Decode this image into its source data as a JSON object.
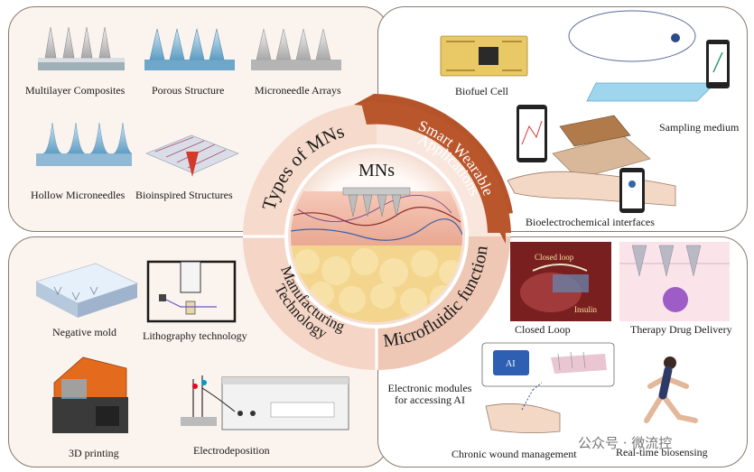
{
  "center": {
    "title": "MNs",
    "ring_sections": {
      "types": "Types of MNs",
      "smart_line1": "Smart Wearable",
      "smart_line2": "Applications",
      "microfluidic": "Microfluidic function",
      "manufacturing_line1": "Manufacturing",
      "manufacturing_line2": "Technology"
    }
  },
  "types_panel": {
    "multilayer": "Multilayer Composites",
    "porous": "Porous Structure",
    "arrays": "Microneedle Arrays",
    "hollow": "Hollow Microneedles",
    "bioinspired": "Bioinspired Structures"
  },
  "smart_panel": {
    "biofuel": "Biofuel Cell",
    "sampling": "Sampling medium",
    "bioelectro": "Bioelectrochemical interfaces"
  },
  "manufacturing_panel": {
    "negative_mold": "Negative mold",
    "lithography": "Lithography technology",
    "printing": "3D printing",
    "electrodeposition": "Electrodeposition"
  },
  "microfluidic_panel": {
    "closed_loop": "Closed Loop",
    "therapy": "Therapy Drug Delivery",
    "electronic": "Electronic modules for accessing AI",
    "wound": "Chronic wound management",
    "biosensing": "Real-time biosensing",
    "closed_loop_inset": "Closed loop",
    "insulin_inset": "Insulin",
    "ai_inset": "AI"
  },
  "watermark": "公众号 · 微流控",
  "colors": {
    "panel_border": "#8a7a70",
    "ring_light": "#f3d3c3",
    "ring_dark": "#b5542a",
    "needle_blue": "#7fb6d6"
  }
}
